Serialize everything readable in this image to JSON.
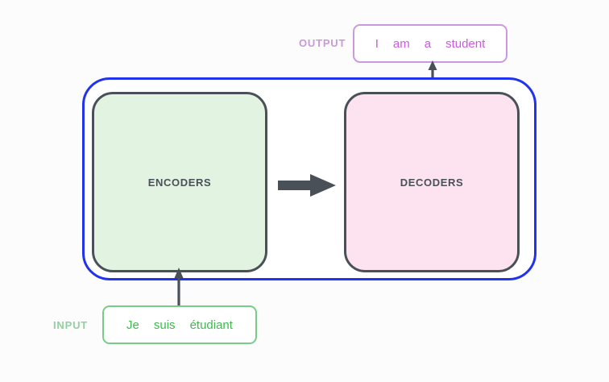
{
  "diagram": {
    "title": "transformer-encoder-decoder-overview",
    "background_color": "#fcfcfc",
    "container": {
      "name": "transformer-model",
      "border_color": "#2233ee"
    },
    "blocks": [
      {
        "id": "encoders",
        "label": "ENCODERS",
        "fill_color": "#e3f3e1",
        "border_color": "#4a5058",
        "text_color": "#4a5058"
      },
      {
        "id": "decoders",
        "label": "DECODERS",
        "fill_color": "#fde3ef",
        "border_color": "#4a5058",
        "text_color": "#4a5058"
      }
    ],
    "arrows": [
      {
        "id": "encoders-to-decoders",
        "direction": "right",
        "color": "#4a5058",
        "style": "thick"
      },
      {
        "id": "input-to-encoders",
        "direction": "up",
        "color": "#4a5058",
        "style": "thin"
      },
      {
        "id": "decoders-to-output",
        "direction": "up",
        "color": "#4a5058",
        "style": "thin"
      }
    ],
    "input": {
      "label": "INPUT",
      "label_color": "#93cfa1",
      "border_color": "#77cc88",
      "text_color": "#3cbb4e",
      "tokens": [
        "Je",
        "suis",
        "étudiant"
      ]
    },
    "output": {
      "label": "OUTPUT",
      "label_color": "#c79bd8",
      "border_color": "#cc99dd",
      "text_color": "#cc5ae0",
      "tokens": [
        "I",
        "am",
        "a",
        "student"
      ]
    }
  }
}
